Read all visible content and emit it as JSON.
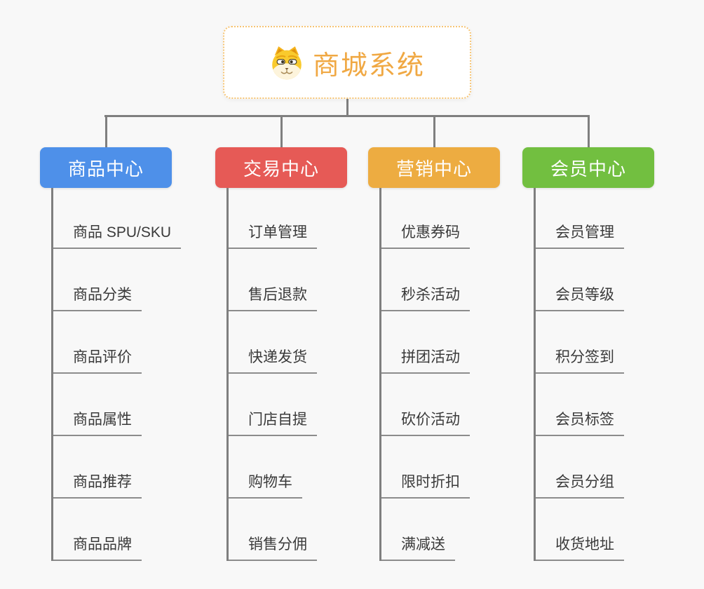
{
  "page": {
    "background": "#F8F8F8",
    "connector_color": "#7F7F7F"
  },
  "root": {
    "title": "商城系统",
    "icon": "dog-face-icon",
    "title_color": "#F0A843",
    "border_color": "#F6C474"
  },
  "branches": [
    {
      "label": "商品中心",
      "color": "#4E90E9",
      "items": [
        "商品 SPU/SKU",
        "商品分类",
        "商品评价",
        "商品属性",
        "商品推荐",
        "商品品牌"
      ]
    },
    {
      "label": "交易中心",
      "color": "#E65A56",
      "items": [
        "订单管理",
        "售后退款",
        "快递发货",
        "门店自提",
        "购物车",
        "销售分佣"
      ]
    },
    {
      "label": "营销中心",
      "color": "#EDAC41",
      "items": [
        "优惠券码",
        "秒杀活动",
        "拼团活动",
        "砍价活动",
        "限时折扣",
        "满减送"
      ]
    },
    {
      "label": "会员中心",
      "color": "#72BF40",
      "items": [
        "会员管理",
        "会员等级",
        "积分签到",
        "会员标签",
        "会员分组",
        "收货地址"
      ]
    }
  ]
}
